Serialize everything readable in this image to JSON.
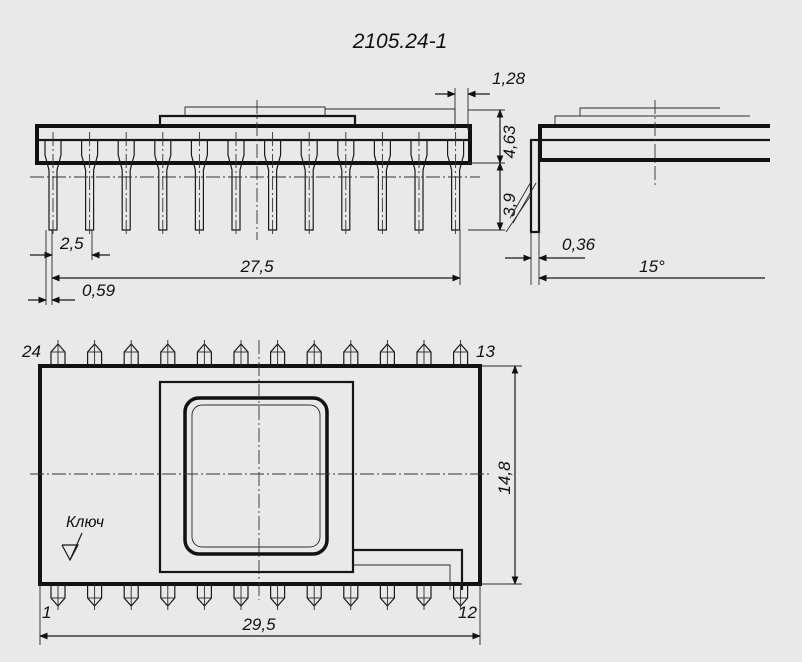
{
  "title": "2105.24-1",
  "dimensions": {
    "lead_width": "1,28",
    "body_height": "4,63",
    "lead_length": "3,9",
    "pitch": "2,5",
    "lead_span": "27,5",
    "lead_offset": "0,59",
    "lead_thickness": "0,36",
    "angle": "15°",
    "body_width": "14,8",
    "body_length": "29,5"
  },
  "pins": {
    "top_left": "24",
    "top_right": "13",
    "bottom_left": "1",
    "bottom_right": "12",
    "per_side": 12
  },
  "key_label": "Ключ"
}
